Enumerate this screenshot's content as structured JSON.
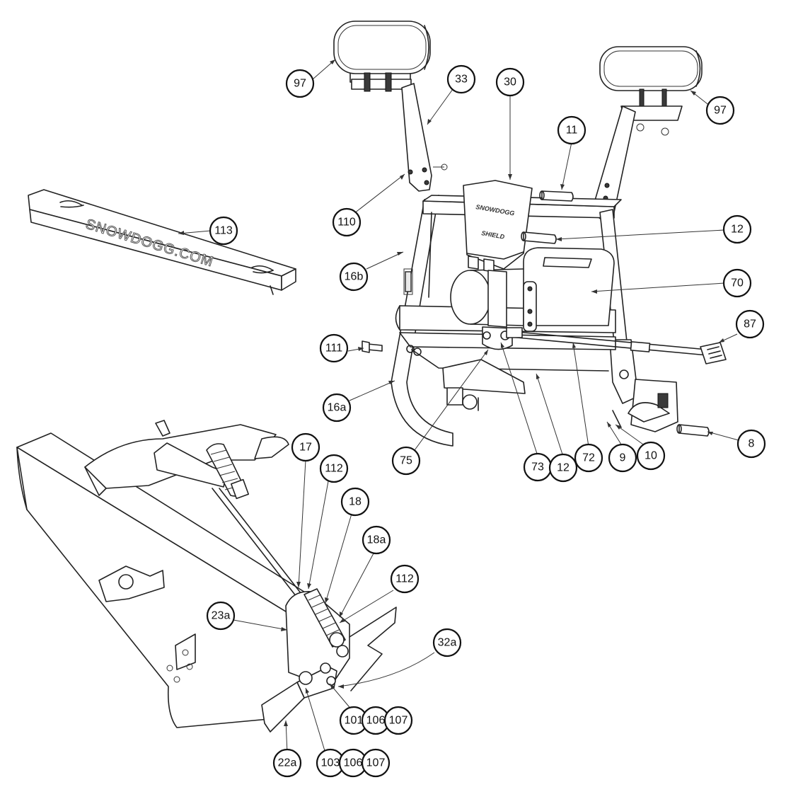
{
  "diagram": {
    "brand_text": "SNOWDOGG.COM",
    "shield_text_top": "SNOWDOGG",
    "shield_text_bottom": "SHIELD",
    "callouts": [
      {
        "label": "97"
      },
      {
        "label": "33"
      },
      {
        "label": "30"
      },
      {
        "label": "11"
      },
      {
        "label": "97"
      },
      {
        "label": "110"
      },
      {
        "label": "113"
      },
      {
        "label": "12"
      },
      {
        "label": "16b"
      },
      {
        "label": "70"
      },
      {
        "label": "87"
      },
      {
        "label": "111"
      },
      {
        "label": "16a"
      },
      {
        "label": "8"
      },
      {
        "label": "75"
      },
      {
        "label": "73"
      },
      {
        "label": "12"
      },
      {
        "label": "72"
      },
      {
        "label": "9"
      },
      {
        "label": "10"
      },
      {
        "label": "17"
      },
      {
        "label": "112"
      },
      {
        "label": "18"
      },
      {
        "label": "18a"
      },
      {
        "label": "112"
      },
      {
        "label": "23a"
      },
      {
        "label": "32a"
      },
      {
        "label": "101"
      },
      {
        "label": "106"
      },
      {
        "label": "107"
      },
      {
        "label": "22a"
      },
      {
        "label": "103"
      },
      {
        "label": "106"
      },
      {
        "label": "107"
      }
    ]
  }
}
